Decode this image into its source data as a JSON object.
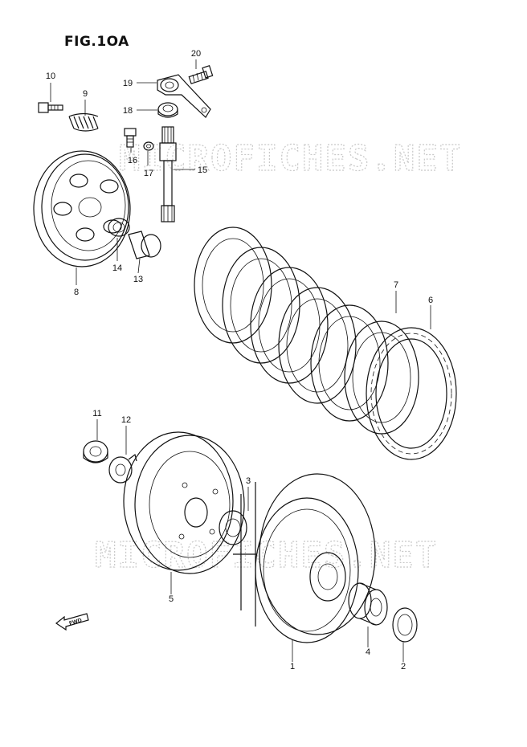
{
  "figure": {
    "title": "FIG.1OA"
  },
  "watermark": "MICROFICHES.NET",
  "fwd_label": "FWD",
  "parts": [
    {
      "key": "p1",
      "number": "1"
    },
    {
      "key": "p2",
      "number": "2"
    },
    {
      "key": "p3",
      "number": "3"
    },
    {
      "key": "p4",
      "number": "4"
    },
    {
      "key": "p5",
      "number": "5"
    },
    {
      "key": "p6",
      "number": "6"
    },
    {
      "key": "p7",
      "number": "7"
    },
    {
      "key": "p8",
      "number": "8"
    },
    {
      "key": "p9",
      "number": "9"
    },
    {
      "key": "p10",
      "number": "10"
    },
    {
      "key": "p11",
      "number": "11"
    },
    {
      "key": "p12",
      "number": "12"
    },
    {
      "key": "p13",
      "number": "13"
    },
    {
      "key": "p14",
      "number": "14"
    },
    {
      "key": "p15",
      "number": "15"
    },
    {
      "key": "p16",
      "number": "16"
    },
    {
      "key": "p17",
      "number": "17"
    },
    {
      "key": "p18",
      "number": "18"
    },
    {
      "key": "p19",
      "number": "19"
    },
    {
      "key": "p20",
      "number": "20"
    }
  ]
}
